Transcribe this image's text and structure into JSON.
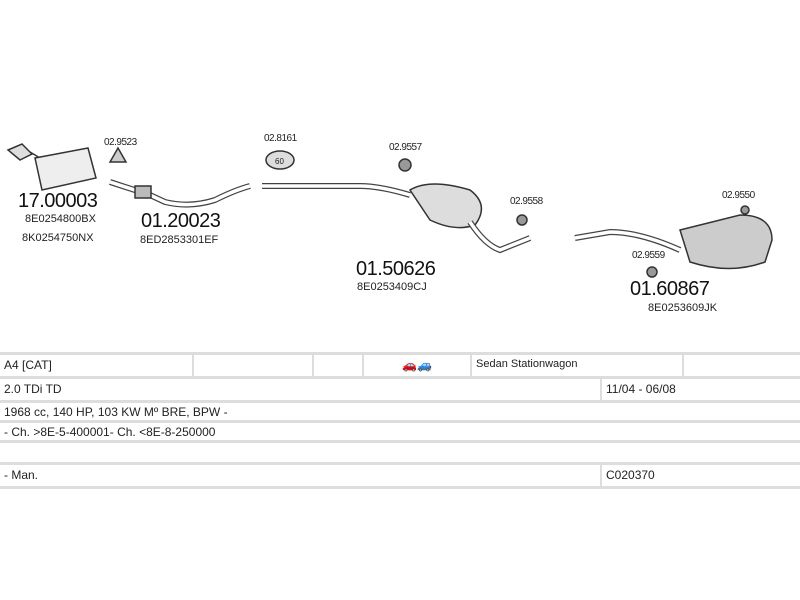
{
  "parts": [
    {
      "number": "17.00003",
      "oe": [
        "8E0254800BX",
        "8K0254750NX"
      ]
    },
    {
      "number": "01.20023",
      "oe": [
        "8ED2853301EF"
      ]
    },
    {
      "number": "01.50626",
      "oe": [
        "8E0253409CJ"
      ]
    },
    {
      "number": "01.60867",
      "oe": [
        "8E0253609JK"
      ]
    }
  ],
  "clamps": [
    "02.9523",
    "02.8161",
    "02.9557",
    "02.9558",
    "02.9559",
    "02.9550"
  ],
  "clamp_badge": "60",
  "table": {
    "model": "A4  [CAT]",
    "body": "Sedan Stationwagon",
    "engine": "2.0 TDi TD",
    "years": "11/04 - 06/08",
    "spec": "1968 cc, 140 HP, 103 KW Mº BRE, BPW -",
    "chassis": "- Ch. >8E-5-400001- Ch. <8E-8-250000",
    "gearbox": "- Man.",
    "code": "C020370"
  }
}
